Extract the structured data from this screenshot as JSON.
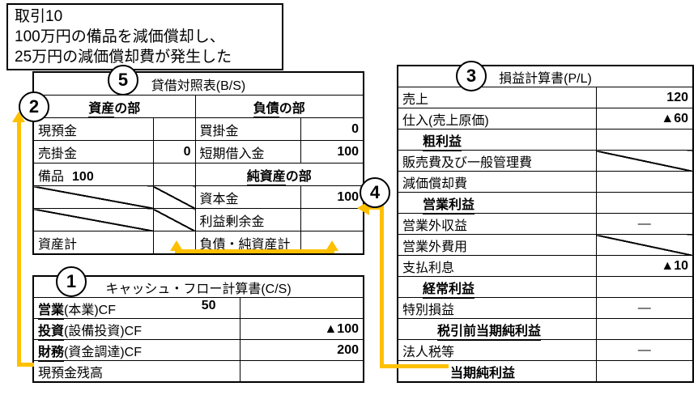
{
  "note": {
    "line1": "取引10",
    "line2": "100万円の備品を減価償却し、",
    "line3": "25万円の減価償却費が発生した"
  },
  "badges": {
    "step1": "1",
    "step2": "2",
    "step3": "3",
    "step4": "4",
    "step5": "5"
  },
  "colors": {
    "arrow": "#FFC000"
  },
  "bs": {
    "title": "貸借対照表(B/S)",
    "assets_header_em": "資産",
    "assets_header_rest": "の部",
    "liabilities_header_em": "負債",
    "liabilities_header_rest": "の部",
    "net_assets_header_em": "純資産",
    "net_assets_header_rest": "の部",
    "rows": {
      "cash": {
        "label": "現預金",
        "value": ""
      },
      "accounts_payable": {
        "label": "買掛金",
        "value": "0"
      },
      "accounts_receivable": {
        "label": "売掛金",
        "value": "0"
      },
      "short_term_loans": {
        "label": "短期借入金",
        "value": "100"
      },
      "equipment": {
        "label": "備品",
        "value": "100"
      },
      "capital": {
        "label": "資本金",
        "value": "100"
      },
      "retained_earnings": {
        "label": "利益剰余金",
        "value": ""
      },
      "assets_total": {
        "label": "資産計",
        "value": ""
      },
      "liabilities_net_total": {
        "label": "負債・純資産計",
        "value": ""
      }
    }
  },
  "pl": {
    "title": "損益計算書(P/L)",
    "rows": [
      {
        "label": "売上",
        "value": "120"
      },
      {
        "label": "仕入(売上原価)",
        "value": "▲60"
      },
      {
        "label": "粗利益",
        "value": ""
      },
      {
        "label": "販売費及び一般管理費",
        "value": ""
      },
      {
        "label": "減価償却費",
        "value": ""
      },
      {
        "label": "営業利益",
        "value": ""
      },
      {
        "label": "営業外収益",
        "value": "—"
      },
      {
        "label": "営業外費用",
        "value": ""
      },
      {
        "label": "支払利息",
        "value": "▲10"
      },
      {
        "label": "経常利益",
        "value": ""
      },
      {
        "label": "特別損益",
        "value": "—"
      },
      {
        "label": "税引前当期純利益",
        "value": ""
      },
      {
        "label": "法人税等",
        "value": "—"
      },
      {
        "label": "当期純利益",
        "value": ""
      }
    ]
  },
  "cs": {
    "title": "キャッシュ・フロー計算書(C/S)",
    "rows": [
      {
        "em": "営業",
        "rest": "(本業)CF",
        "value": "50"
      },
      {
        "em": "投資",
        "rest": "(設備投資)CF",
        "value": "▲100"
      },
      {
        "em": "財務",
        "rest": "(資金調達)CF",
        "value": "200"
      },
      {
        "em": "",
        "rest": "現預金残高",
        "value": ""
      }
    ]
  }
}
